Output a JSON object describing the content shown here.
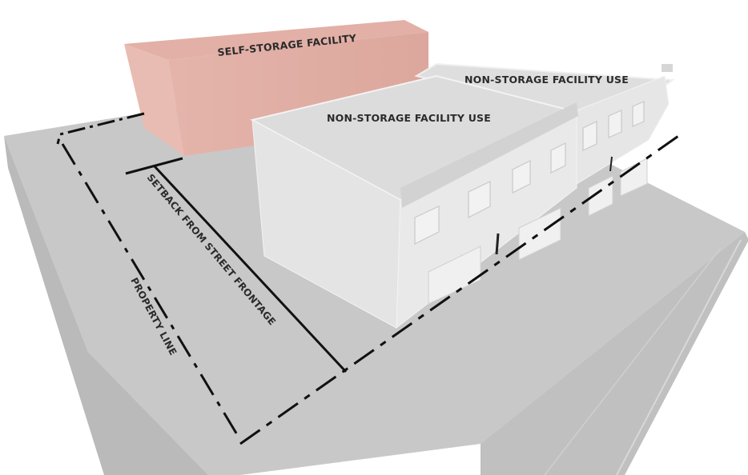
{
  "diagram": {
    "title": "Self-storage facility setback from street frontage",
    "labels": {
      "self_storage": "SELF-STORAGE FACILITY",
      "non_storage_front": "NON-STORAGE FACILITY USE",
      "non_storage_back": "NON-STORAGE FACILITY USE",
      "setback": "SETBACK FROM STREET FRONTAGE",
      "property_line": "PROPERTY LINE"
    },
    "colors": {
      "self_storage_fill": "#e0aaa0",
      "building_fill": "#e3e3e3",
      "ground_fill": "#c4c4c4",
      "line_color": "#111111"
    }
  }
}
